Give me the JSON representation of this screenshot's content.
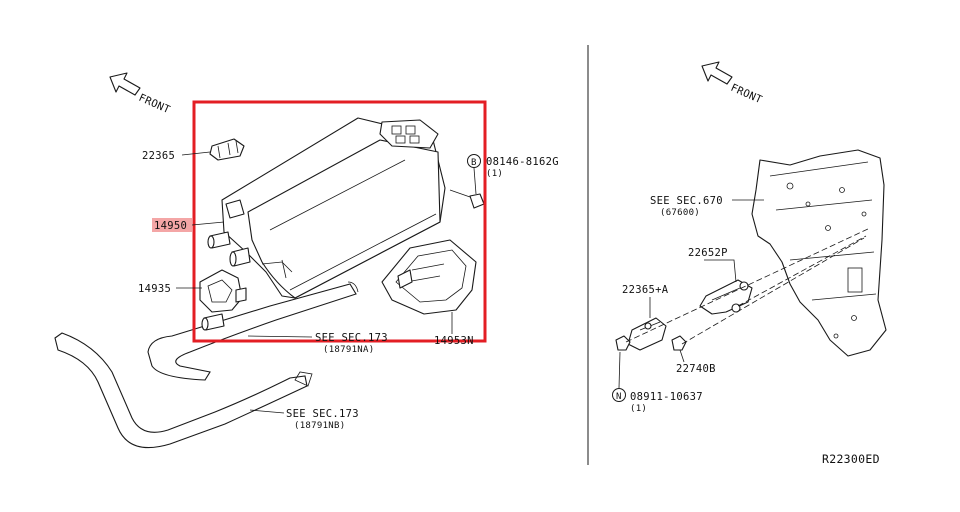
{
  "highlight_color": "#e31e24",
  "label_highlight_color": "#f4a6a6",
  "left_panel": {
    "front_label": "FRONT",
    "parts": {
      "p22365": "22365",
      "p14950": "14950",
      "p14935": "14935",
      "p14953n": "14953N",
      "p08146": "08146-8162G",
      "p08146_qty": "(1)",
      "p08146_badge": "B"
    },
    "see_sec_173_a": "SEE SEC.173",
    "see_sec_173_a_ref": "(18791NA)",
    "see_sec_173_b": "SEE SEC.173",
    "see_sec_173_b_ref": "(18791NB)"
  },
  "right_panel": {
    "front_label": "FRONT",
    "see_sec_670": "SEE SEC.670",
    "see_sec_670_ref": "(67600)",
    "parts": {
      "p22652p": "22652P",
      "p22365a": "22365+A",
      "p22740b": "22740B",
      "p08911": "08911-10637",
      "p08911_qty": "(1)",
      "p08911_badge": "N"
    }
  },
  "diagram_code": "R22300ED"
}
